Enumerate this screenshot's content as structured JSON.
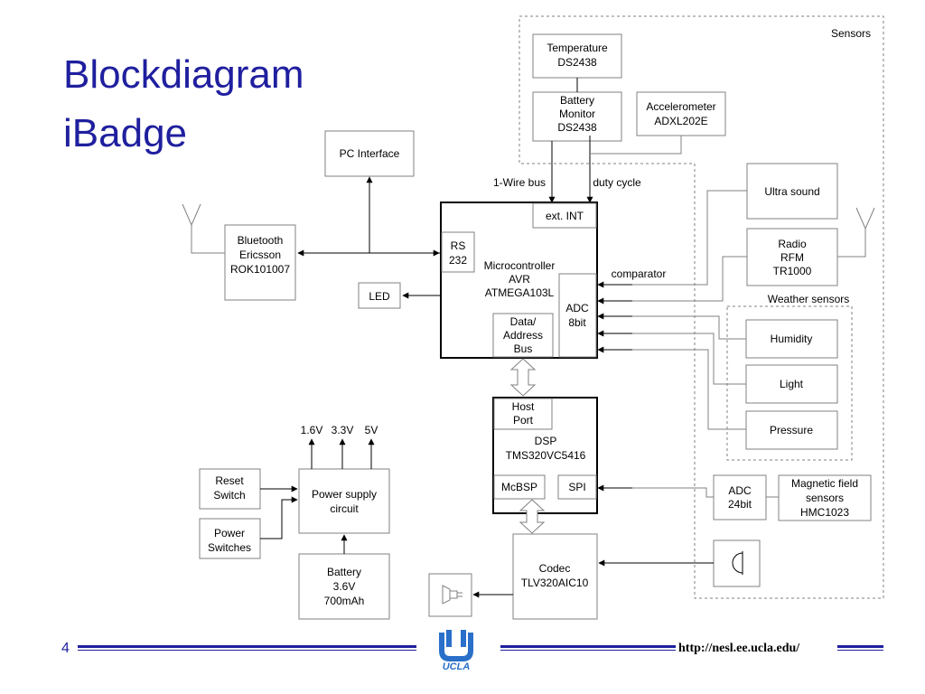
{
  "title_line1": "Blockdiagram",
  "title_line2": "iBadge",
  "sensors_label": "Sensors",
  "weather_label": "Weather sensors",
  "temp": [
    "Temperature",
    "DS2438"
  ],
  "battery_monitor": [
    "Battery",
    "Monitor",
    "DS2438"
  ],
  "accel": [
    "Accelerometer",
    "ADXL202E"
  ],
  "pc_interface": "PC Interface",
  "bus_1wire": "1-Wire bus",
  "duty_cycle": "duty cycle",
  "ext_int": "ext. INT",
  "rs232": [
    "RS",
    "232"
  ],
  "mcu": [
    "Microcontroller",
    "AVR",
    "ATMEGA103L"
  ],
  "adc8": [
    "ADC",
    "8bit"
  ],
  "data_bus": [
    "Data/",
    "Address",
    "Bus"
  ],
  "comparator": "comparator",
  "bluetooth": [
    "Bluetooth",
    "Ericsson",
    "ROK101007"
  ],
  "led": "LED",
  "ultrasound": "Ultra sound",
  "radio": [
    "Radio",
    "RFM",
    "TR1000"
  ],
  "humidity": "Humidity",
  "light": "Light",
  "pressure": "Pressure",
  "host_port": [
    "Host",
    "Port"
  ],
  "dsp": [
    "DSP",
    "TMS320VC5416"
  ],
  "mcbsp": "McBSP",
  "spi": "SPI",
  "adc24": [
    "ADC",
    "24bit"
  ],
  "magnetic": [
    "Magnetic field",
    "sensors",
    "HMC1023"
  ],
  "v16": "1.6V",
  "v33": "3.3V",
  "v5": "5V",
  "reset": [
    "Reset",
    "Switch"
  ],
  "power_switches": [
    "Power",
    "Switches"
  ],
  "psu": [
    "Power supply",
    "circuit"
  ],
  "battery": [
    "Battery",
    "3.6V",
    "700mAh"
  ],
  "codec": [
    "Codec",
    "TLV320AIC10"
  ],
  "page_number": "4",
  "url": "http://nesl.ee.ucla.edu/",
  "logo_text": "UCLA",
  "colors": {
    "title": "#1f1f9f",
    "footer_rule": "#1f1f9f",
    "box_stroke": "#808080"
  }
}
